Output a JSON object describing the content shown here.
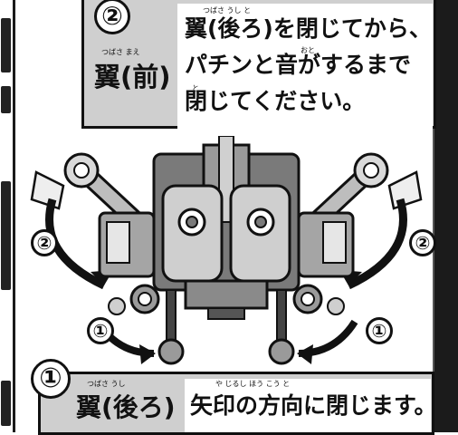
{
  "step2": {
    "number": "②",
    "part_label": "翼(前)",
    "part_ruby": "つばさ まえ",
    "instruction_lines": [
      "翼(後ろ)を閉じてから、",
      "パチンと音がするまで",
      "閉じてください。"
    ],
    "ruby_line1": "つばさ うし と",
    "ruby_line2": "おと",
    "ruby_line3": "と"
  },
  "step1": {
    "number": "①",
    "part_label": "翼(後ろ)",
    "part_ruby": "つばさ うし",
    "instruction": "矢印の方向に閉じます。",
    "instruction_ruby": "や じるし ほう こう と"
  },
  "diagram": {
    "left_upper_marker": "②",
    "right_upper_marker": "②",
    "left_lower_marker": "①",
    "right_lower_marker": "①"
  },
  "colors": {
    "box_fill": "#cfcfcf",
    "ink": "#111111",
    "robot_gray": "#7a7a7a",
    "highlight": "#ffffff"
  }
}
